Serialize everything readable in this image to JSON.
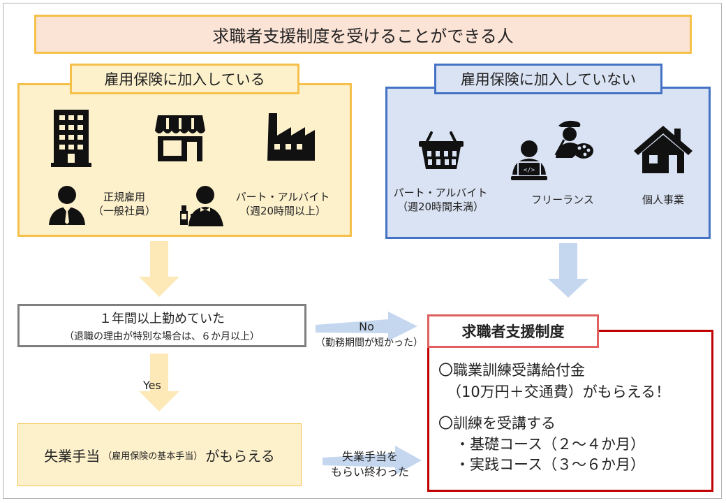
{
  "title": "求職者支援制度を受けることができる人",
  "insured": {
    "label": "雇用保険に加入している",
    "regular": {
      "line1": "正規雇用",
      "line2": "（一般社員）"
    },
    "part_time": {
      "line1": "パート・アルバイト",
      "line2": "（週20時間以上）"
    }
  },
  "uninsured": {
    "label": "雇用保険に加入していない",
    "part_time": {
      "line1": "パート・アルバイト",
      "line2": "（週20時間未満）"
    },
    "freelance": "フリーランス",
    "self_employed": "個人事業"
  },
  "question": {
    "main": "１年間以上勤めていた",
    "sub": "（退職の理由が特別な場合は、６か月以上）"
  },
  "yes_label": "Yes",
  "no_label": "No",
  "no_sub": "（勤務期間が短かった）",
  "unemployment": {
    "main": "失業手当",
    "small": "（雇用保険の基本手当）",
    "tail": "がもらえる"
  },
  "ended_label": {
    "line1": "失業手当を",
    "line2": "もらい終わった"
  },
  "system": {
    "label": "求職者支援制度",
    "benefit_line1": "〇職業訓練受講給付金",
    "benefit_line2": "（10万円＋交通費）がもらえる！",
    "course_line1": "〇訓練を受講する",
    "course_basic": "・基礎コース（２～４か月）",
    "course_practical": "・実践コース（３～６か月）"
  },
  "colors": {
    "insured_fill": "#fdf1cc",
    "insured_border": "#f5c04a",
    "uninsured_fill": "#dae3f3",
    "uninsured_border": "#4472c4",
    "system_border": "#c00000",
    "title_fill": "#fbe3d6"
  },
  "icons": [
    "office-building-icon",
    "shop-icon",
    "factory-icon",
    "businessman-icon",
    "waiter-icon",
    "shopping-basket-icon",
    "programmer-icon",
    "painter-icon",
    "house-icon"
  ]
}
